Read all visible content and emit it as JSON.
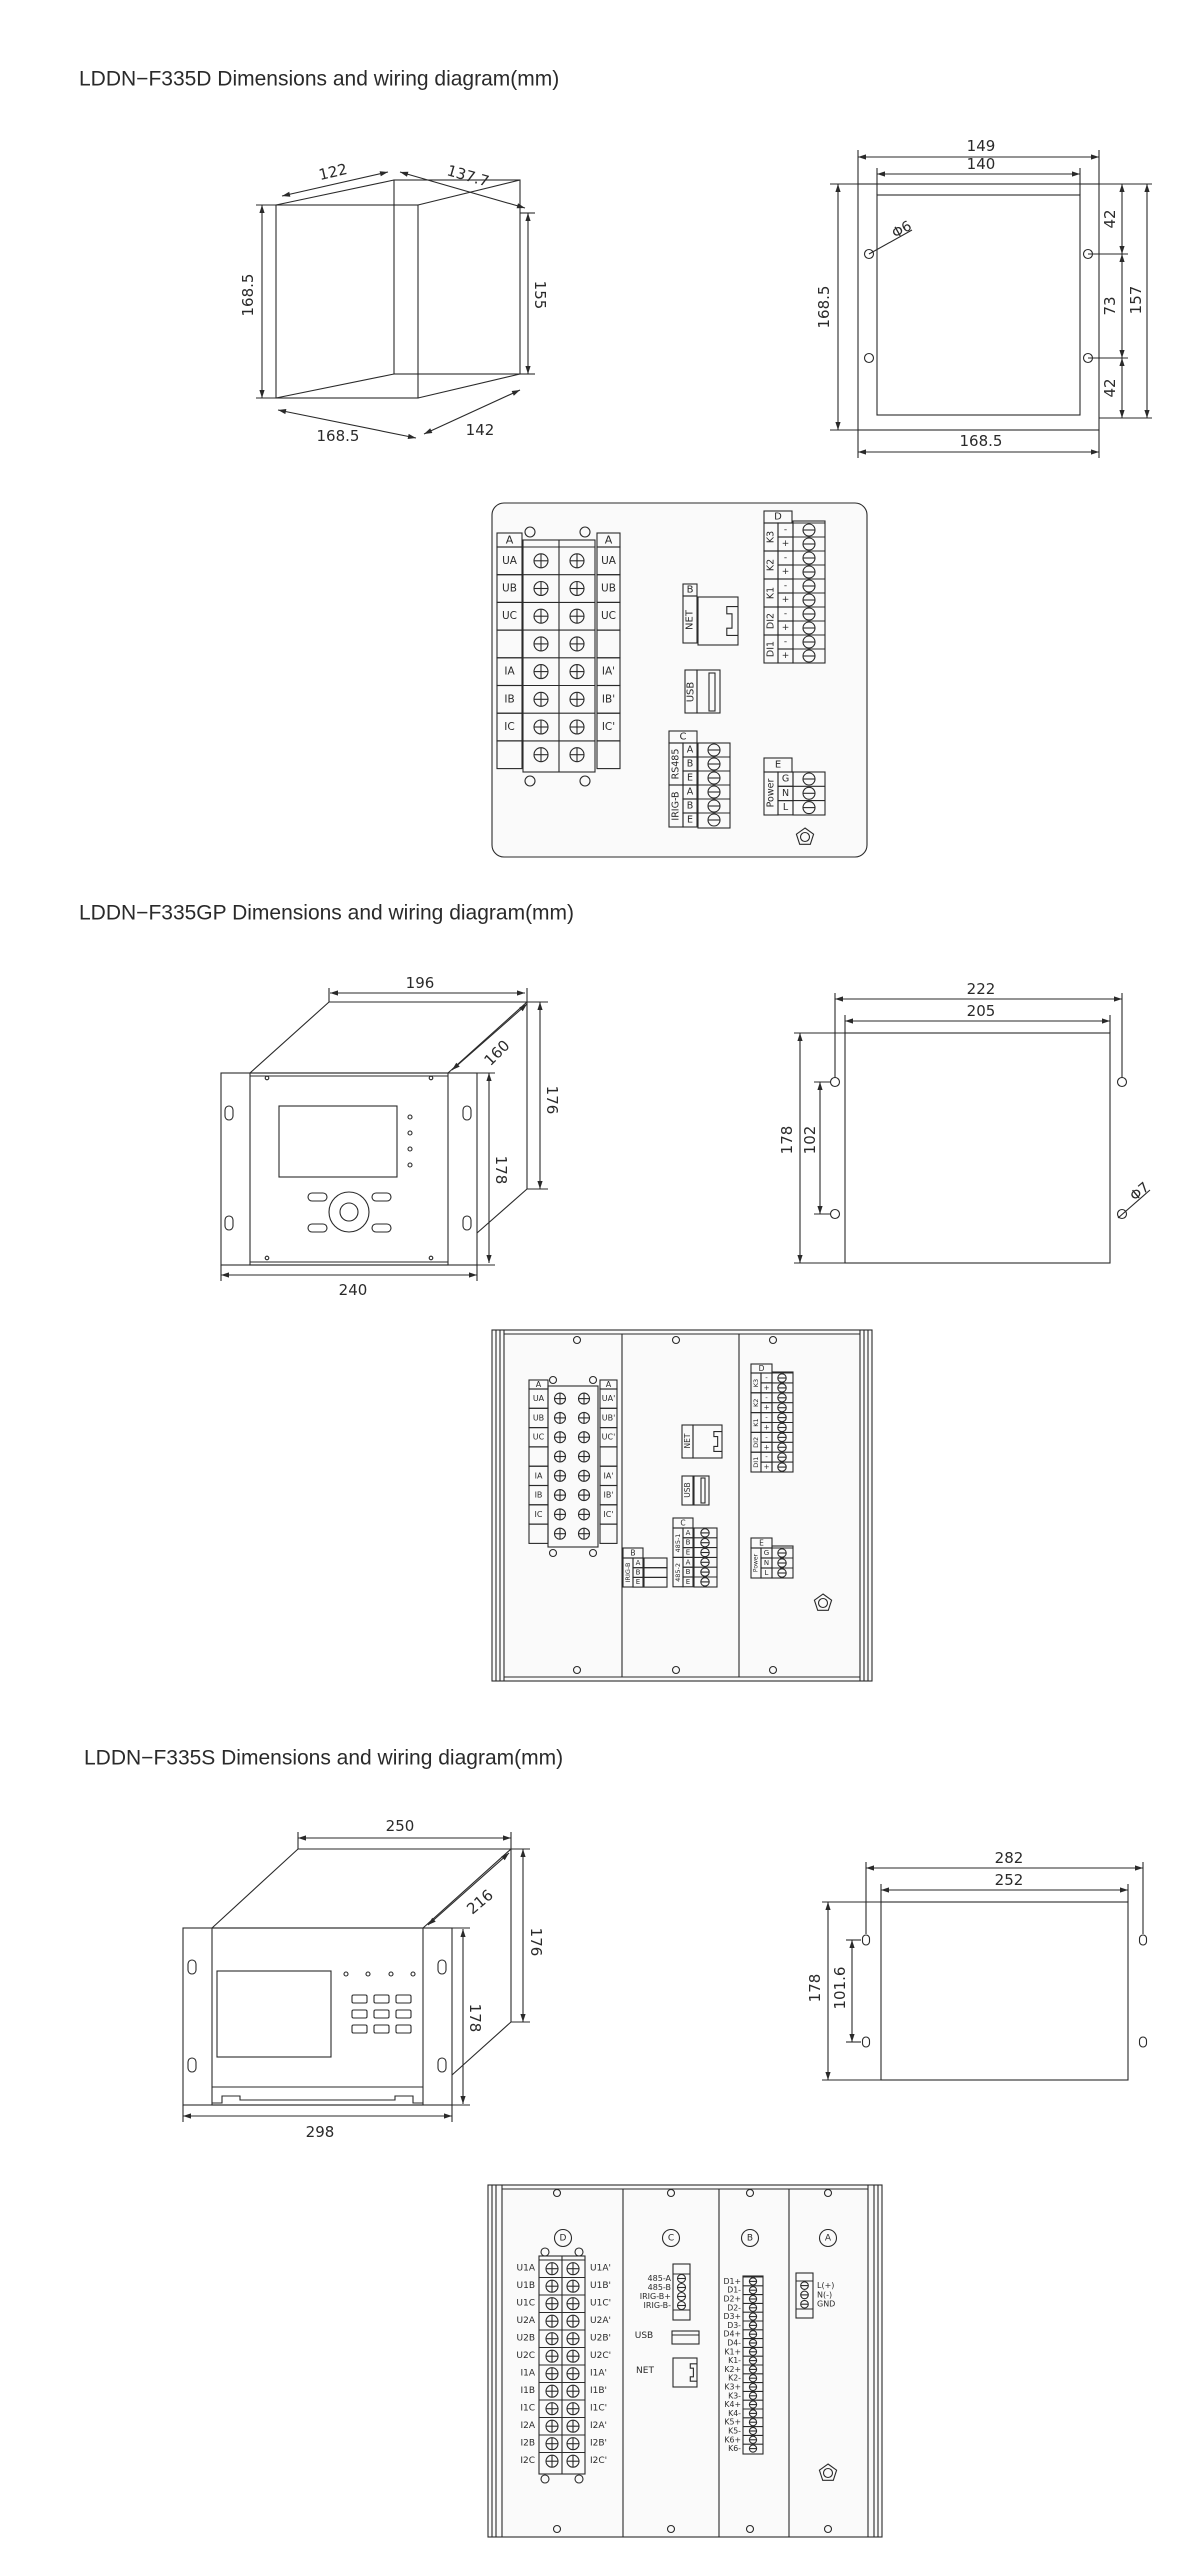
{
  "s1": {
    "title": "LDDN−F335D Dimensions and wiring diagram(mm)",
    "iso": {
      "top_depth": "122",
      "top_width": "137.7",
      "left_height": "168.5",
      "right_height": "155",
      "bottom_width": "168.5",
      "bottom_depth": "142"
    },
    "plate": {
      "outer_width": "149",
      "inner_width": "140",
      "hole": "Φ6",
      "height": "168.5",
      "seg_top": "42",
      "seg_mid": "73",
      "overall": "157",
      "seg_bottom": "42",
      "bottom_width": "168.5"
    },
    "panel": {
      "A": {
        "header": "A",
        "left": [
          "UA",
          "UB",
          "UC",
          "",
          "IA",
          "IB",
          "IC",
          ""
        ],
        "right": [
          "UA",
          "UB",
          "UC",
          "",
          "IA'",
          "IB'",
          "IC'",
          ""
        ]
      },
      "B": {
        "header": "B",
        "net": "NET"
      },
      "usb": "USB",
      "C": {
        "header": "C",
        "groups": [
          "RS485",
          "IRIG-B"
        ],
        "pins": [
          "A",
          "B",
          "E",
          "A",
          "B",
          "E"
        ]
      },
      "D": {
        "header": "D",
        "groups": [
          "K3",
          "K2",
          "K1",
          "DI2",
          "DI1"
        ],
        "signs": [
          "-",
          "+",
          "-",
          "+",
          "-",
          "+",
          "-",
          "+",
          "-",
          "+"
        ]
      },
      "E": {
        "header": "E",
        "group": "Power",
        "pins": [
          "G",
          "N",
          "L"
        ]
      }
    }
  },
  "s2": {
    "title": "LDDN−F335GP Dimensions and wiring diagram(mm)",
    "front": {
      "top_width": "196",
      "depth": "160",
      "back_height": "176",
      "front_height": "178",
      "overall_width": "240"
    },
    "plate": {
      "outer_width": "222",
      "inner_width": "205",
      "height": "178",
      "hole_spacing": "102",
      "hole": "Φ7"
    },
    "panel": {
      "A": {
        "header": "A",
        "left": [
          "UA",
          "UB",
          "UC",
          "",
          "IA",
          "IB",
          "IC",
          ""
        ],
        "right": [
          "UA'",
          "UB'",
          "UC'",
          "",
          "IA'",
          "IB'",
          "IC'",
          ""
        ]
      },
      "B": {
        "header": "B",
        "group": "IRIG-B",
        "pins": [
          "A",
          "B",
          "E"
        ]
      },
      "net": "NET",
      "usb": "USB",
      "C": {
        "header": "C",
        "groups": [
          "485-1",
          "485-2"
        ],
        "pins": [
          "A",
          "B",
          "E",
          "A",
          "B",
          "E"
        ]
      },
      "D": {
        "header": "D",
        "groups": [
          "K3",
          "K2",
          "K1",
          "DI2",
          "DI1"
        ],
        "signs": [
          "-",
          "+",
          "-",
          "+",
          "-",
          "+",
          "-",
          "+",
          "-",
          "+"
        ]
      },
      "E": {
        "header": "E",
        "group": "Power",
        "pins": [
          "G",
          "N",
          "L"
        ]
      }
    }
  },
  "s3": {
    "title": "LDDN−F335S Dimensions and wiring diagram(mm)",
    "front": {
      "top_width": "250",
      "depth": "216",
      "back_height": "176",
      "front_height": "178",
      "overall_width": "298"
    },
    "plate": {
      "outer_width": "282",
      "inner_width": "252",
      "height": "178",
      "hole_spacing": "101.6"
    },
    "panel": {
      "modules": [
        "D",
        "C",
        "B",
        "A"
      ],
      "D": {
        "left": [
          "U1A",
          "U1B",
          "U1C",
          "U2A",
          "U2B",
          "U2C",
          "I1A",
          "I1B",
          "I1C",
          "I2A",
          "I2B",
          "I2C"
        ],
        "right": [
          "U1A'",
          "U1B'",
          "U1C'",
          "U2A'",
          "U2B'",
          "U2C'",
          "I1A'",
          "I1B'",
          "I1C'",
          "I2A'",
          "I2B'",
          "I2C'"
        ]
      },
      "C": {
        "pins": [
          "485-A",
          "485-B",
          "IRIG-B+",
          "IRIG-B-"
        ],
        "usb": "USB",
        "net": "NET"
      },
      "B": {
        "pins": [
          "D1+",
          "D1-",
          "D2+",
          "D2-",
          "D3+",
          "D3-",
          "D4+",
          "D4-",
          "K1+",
          "K1-",
          "K2+",
          "K2-",
          "K3+",
          "K3-",
          "K4+",
          "K4-",
          "K5+",
          "K5-",
          "K6+",
          "K6-"
        ]
      },
      "A": {
        "pins": [
          "L(+)",
          "N(-)",
          "GND"
        ]
      }
    }
  }
}
